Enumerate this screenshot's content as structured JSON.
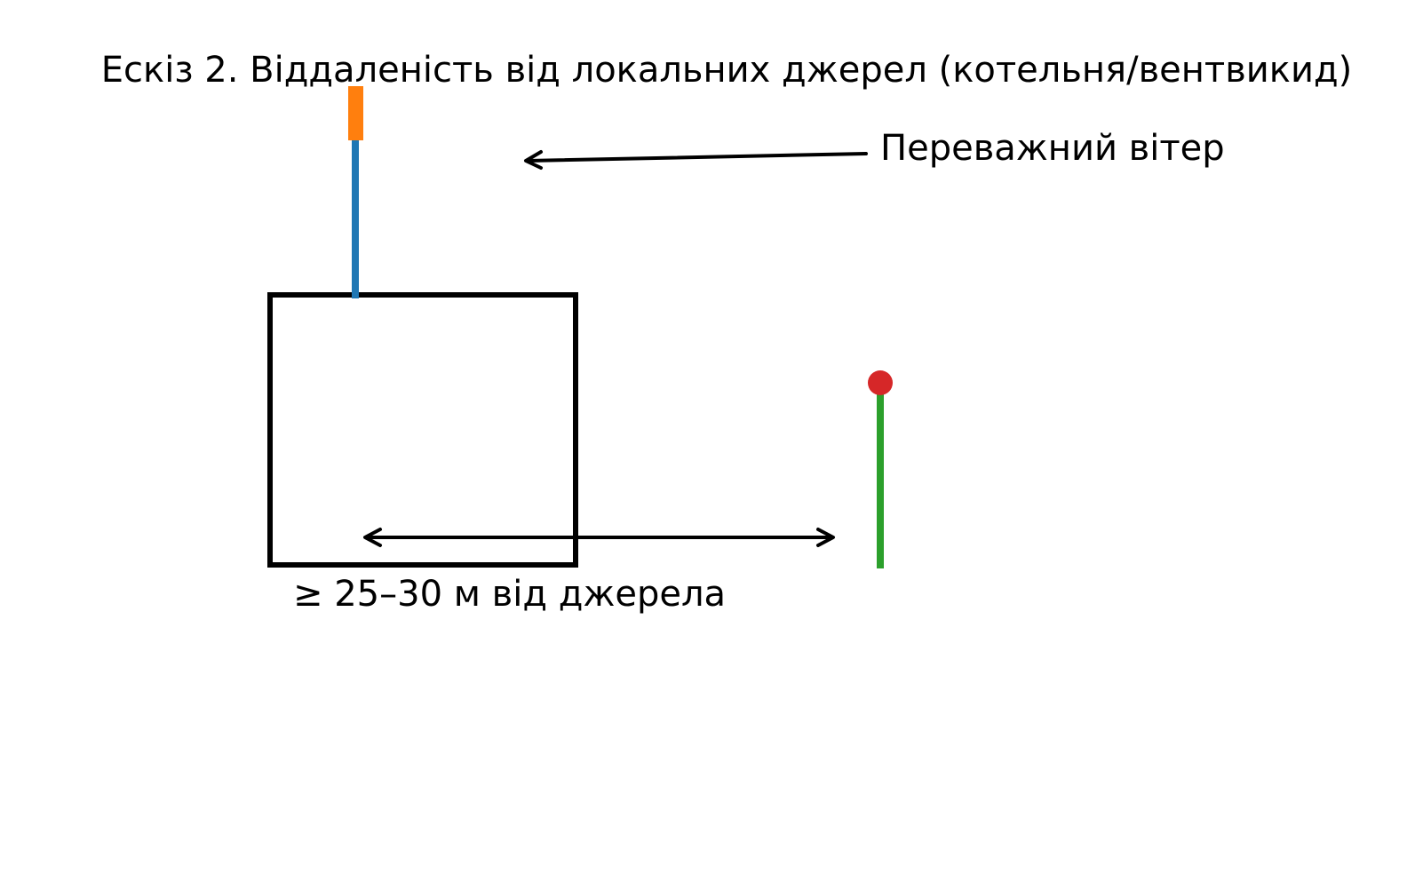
{
  "title": "Ескіз 2. Віддаленість від локальних джерел (котельня/вентвикид)",
  "wind_label": "Переважний вітер",
  "distance_label": "≥ 25–30 м від джерела",
  "colors": {
    "building_outline": "#000000",
    "stack_pipe": "#1f77b4",
    "stack_top": "#ff7f0e",
    "intake_mast": "#2ca02c",
    "intake_head": "#d62728",
    "arrows": "#000000"
  }
}
